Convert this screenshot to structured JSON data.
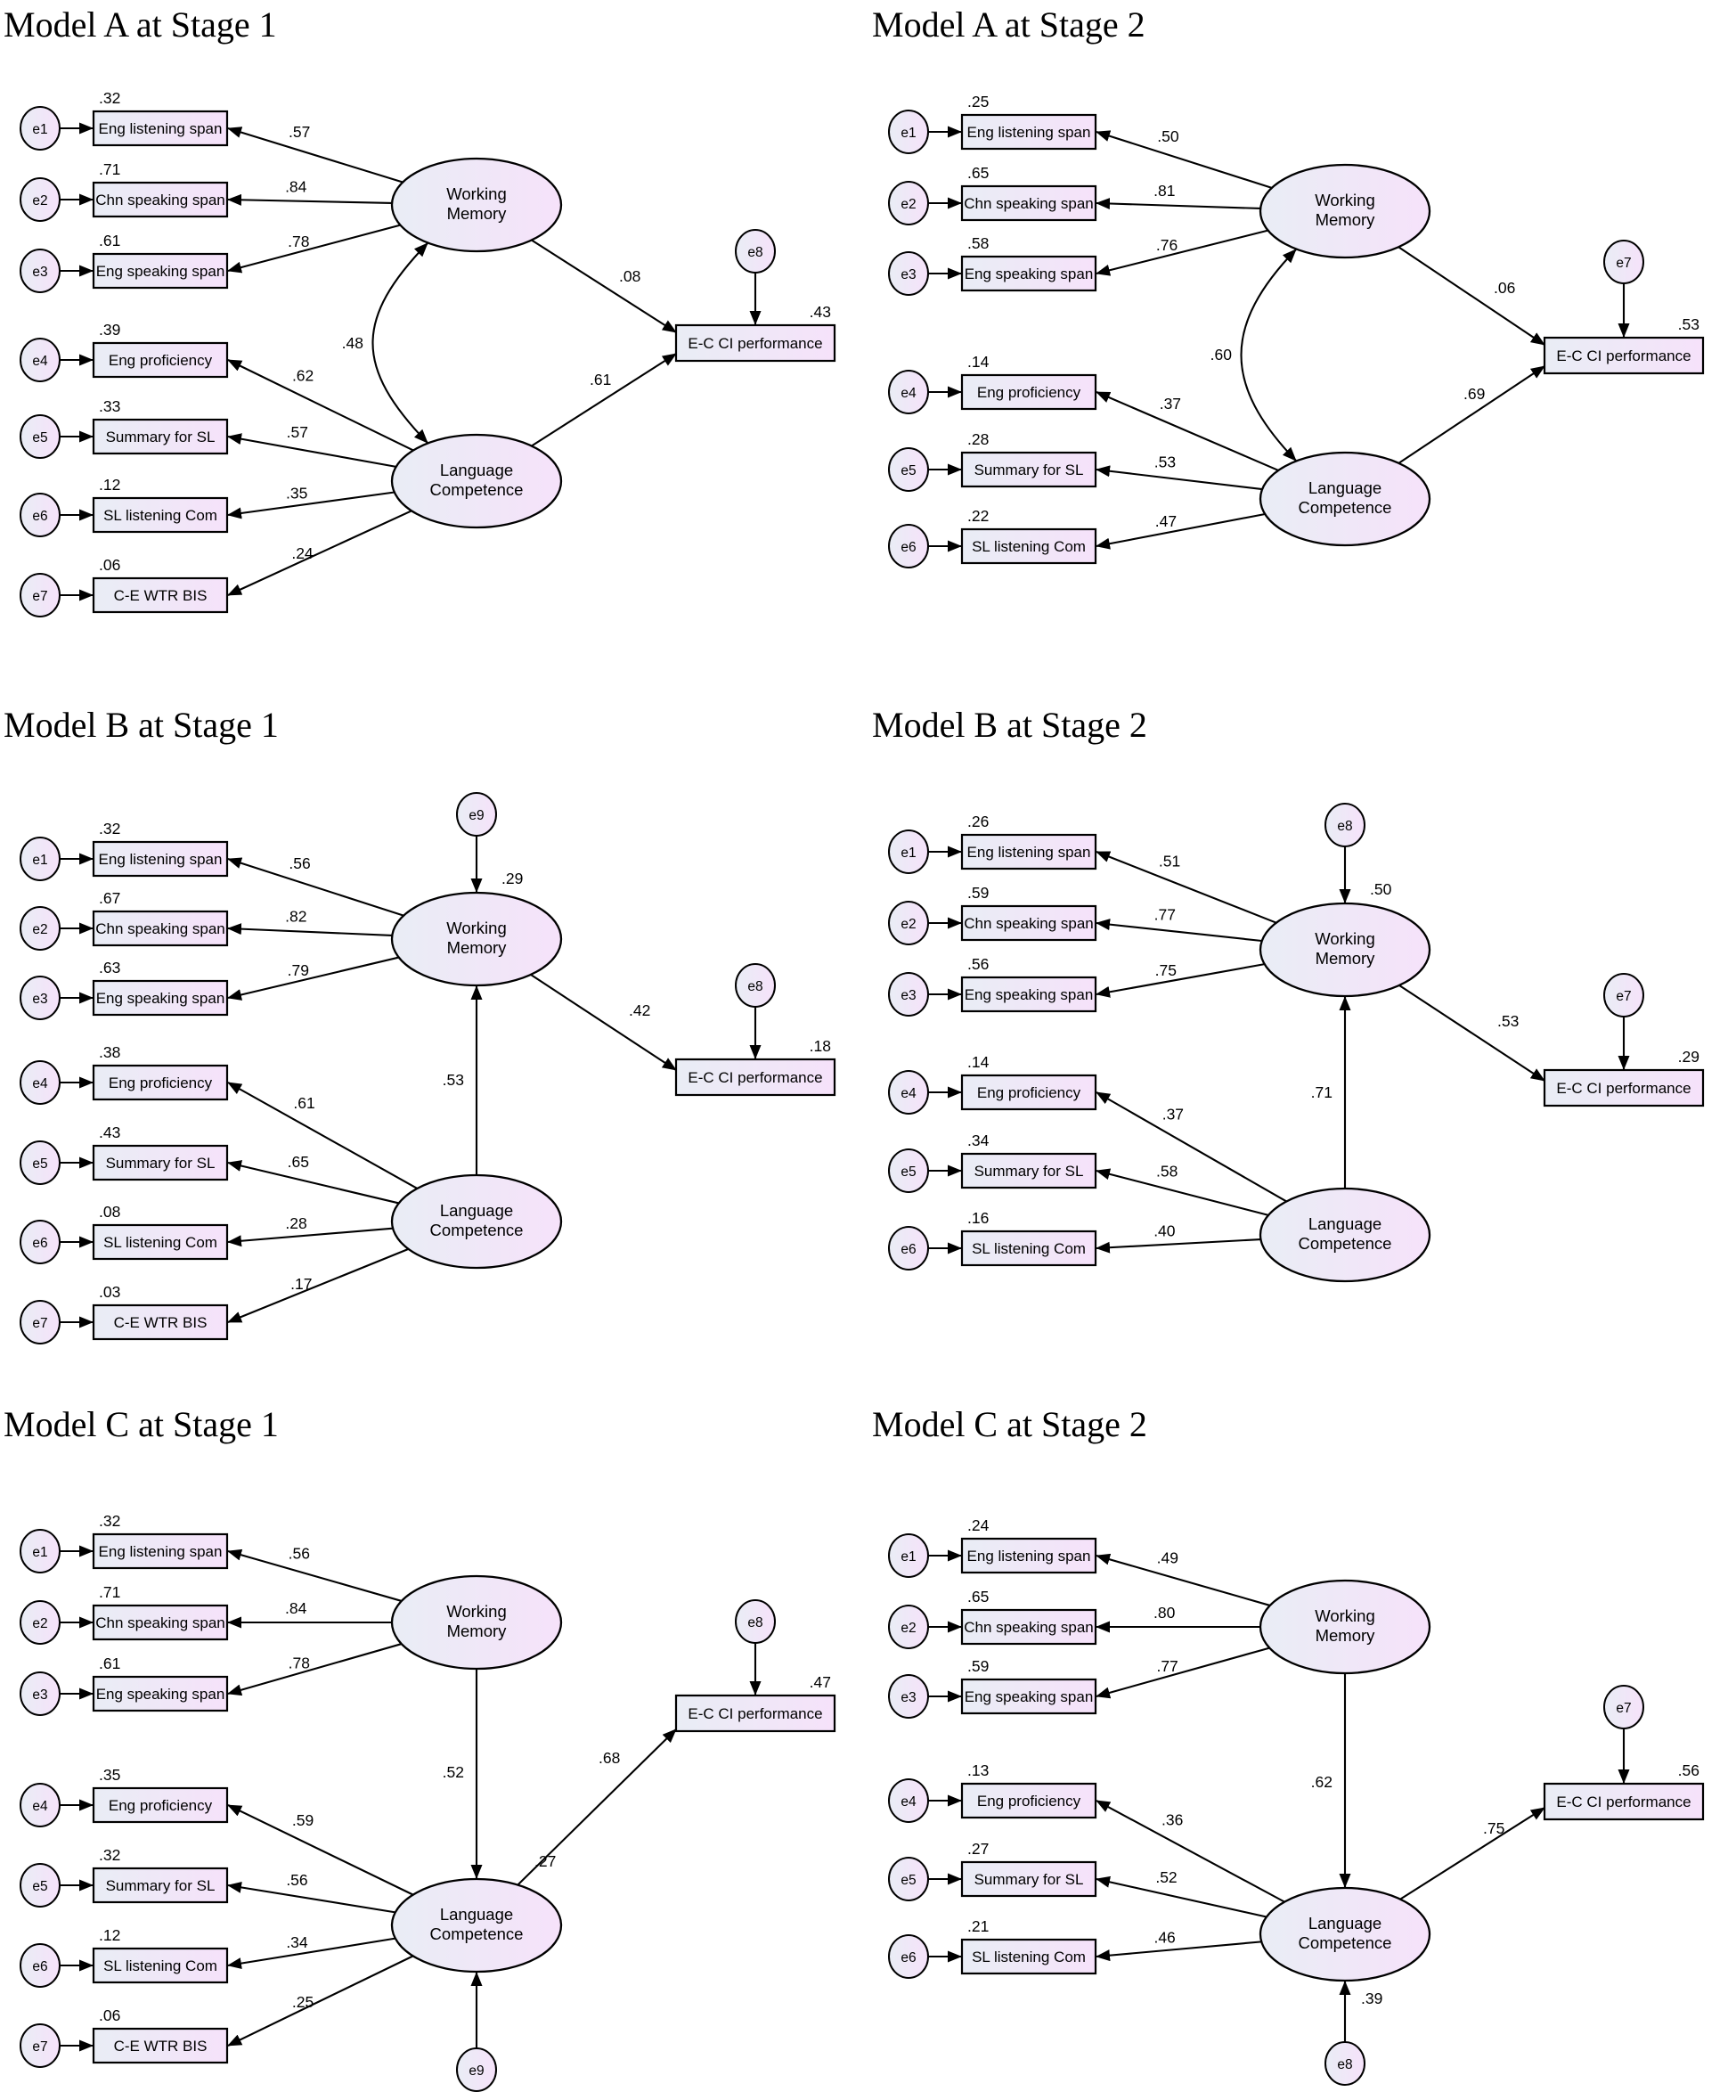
{
  "figure": {
    "type": "sem-path-diagrams",
    "background": "#ffffff",
    "shape_fill_left": "#e9edf5",
    "shape_fill_right": "#f6e2fa",
    "stroke_color": "#000000"
  },
  "panels": [
    {
      "id": "model-a-stage-1",
      "title": "Model A at Stage 1",
      "model": "A",
      "stage": 1,
      "working_memory": {
        "label": "Working Memory",
        "indicators": [
          {
            "error": "e1",
            "name": "Eng listening span",
            "r2": ".32",
            "loading": ".57"
          },
          {
            "error": "e2",
            "name": "Chn speaking span",
            "r2": ".71",
            "loading": ".84"
          },
          {
            "error": "e3",
            "name": "Eng speaking span",
            "r2": ".61",
            "loading": ".78"
          }
        ]
      },
      "language_competence": {
        "label": "Language Competence",
        "indicators": [
          {
            "error": "e4",
            "name": "Eng proficiency",
            "r2": ".39",
            "loading": ".62"
          },
          {
            "error": "e5",
            "name": "Summary for SL",
            "r2": ".33",
            "loading": ".57"
          },
          {
            "error": "e6",
            "name": "SL listening Com",
            "r2": ".12",
            "loading": ".35"
          },
          {
            "error": "e7",
            "name": "C-E WTR BIS",
            "r2": ".06",
            "loading": ".24"
          }
        ]
      },
      "outcome": {
        "label": "E-C CI performance",
        "r2": ".43",
        "error": "e8"
      },
      "structural": {
        "covariance_wm_lc": ".48",
        "wm_to_outcome": ".08",
        "lc_to_outcome": ".61"
      }
    },
    {
      "id": "model-a-stage-2",
      "title": "Model A at Stage 2",
      "model": "A",
      "stage": 2,
      "working_memory": {
        "label": "Working Memory",
        "indicators": [
          {
            "error": "e1",
            "name": "Eng listening span",
            "r2": ".25",
            "loading": ".50"
          },
          {
            "error": "e2",
            "name": "Chn speaking span",
            "r2": ".65",
            "loading": ".81"
          },
          {
            "error": "e3",
            "name": "Eng speaking span",
            "r2": ".58",
            "loading": ".76"
          }
        ]
      },
      "language_competence": {
        "label": "Language Competence",
        "indicators": [
          {
            "error": "e4",
            "name": "Eng proficiency",
            "r2": ".14",
            "loading": ".37"
          },
          {
            "error": "e5",
            "name": "Summary for SL",
            "r2": ".28",
            "loading": ".53"
          },
          {
            "error": "e6",
            "name": "SL listening Com",
            "r2": ".22",
            "loading": ".47"
          }
        ]
      },
      "outcome": {
        "label": "E-C CI performance",
        "r2": ".53",
        "error": "e7"
      },
      "structural": {
        "covariance_wm_lc": ".60",
        "wm_to_outcome": ".06",
        "lc_to_outcome": ".69"
      }
    },
    {
      "id": "model-b-stage-1",
      "title": "Model B at Stage 1",
      "model": "B",
      "stage": 1,
      "working_memory": {
        "label": "Working Memory",
        "error": "e9",
        "r2": ".29",
        "indicators": [
          {
            "error": "e1",
            "name": "Eng listening span",
            "r2": ".32",
            "loading": ".56"
          },
          {
            "error": "e2",
            "name": "Chn speaking span",
            "r2": ".67",
            "loading": ".82"
          },
          {
            "error": "e3",
            "name": "Eng speaking span",
            "r2": ".63",
            "loading": ".79"
          }
        ]
      },
      "language_competence": {
        "label": "Language Competence",
        "indicators": [
          {
            "error": "e4",
            "name": "Eng proficiency",
            "r2": ".38",
            "loading": ".61"
          },
          {
            "error": "e5",
            "name": "Summary for SL",
            "r2": ".43",
            "loading": ".65"
          },
          {
            "error": "e6",
            "name": "SL listening Com",
            "r2": ".08",
            "loading": ".28"
          },
          {
            "error": "e7",
            "name": "C-E WTR BIS",
            "r2": ".03",
            "loading": ".17"
          }
        ]
      },
      "outcome": {
        "label": "E-C CI performance",
        "r2": ".18",
        "error": "e8"
      },
      "structural": {
        "lc_to_wm": ".53",
        "wm_to_outcome": ".42"
      }
    },
    {
      "id": "model-b-stage-2",
      "title": "Model B at Stage 2",
      "model": "B",
      "stage": 2,
      "working_memory": {
        "label": "Working Memory",
        "error": "e8",
        "r2": ".50",
        "indicators": [
          {
            "error": "e1",
            "name": "Eng listening span",
            "r2": ".26",
            "loading": ".51"
          },
          {
            "error": "e2",
            "name": "Chn speaking span",
            "r2": ".59",
            "loading": ".77"
          },
          {
            "error": "e3",
            "name": "Eng speaking span",
            "r2": ".56",
            "loading": ".75"
          }
        ]
      },
      "language_competence": {
        "label": "Language Competence",
        "indicators": [
          {
            "error": "e4",
            "name": "Eng proficiency",
            "r2": ".14",
            "loading": ".37"
          },
          {
            "error": "e5",
            "name": "Summary for SL",
            "r2": ".34",
            "loading": ".58"
          },
          {
            "error": "e6",
            "name": "SL listening Com",
            "r2": ".16",
            "loading": ".40"
          }
        ]
      },
      "outcome": {
        "label": "E-C CI performance",
        "r2": ".29",
        "error": "e7"
      },
      "structural": {
        "lc_to_wm": ".71",
        "wm_to_outcome": ".53"
      }
    },
    {
      "id": "model-c-stage-1",
      "title": "Model C at Stage 1",
      "model": "C",
      "stage": 1,
      "working_memory": {
        "label": "Working Memory",
        "indicators": [
          {
            "error": "e1",
            "name": "Eng listening span",
            "r2": ".32",
            "loading": ".56"
          },
          {
            "error": "e2",
            "name": "Chn speaking span",
            "r2": ".71",
            "loading": ".84"
          },
          {
            "error": "e3",
            "name": "Eng speaking span",
            "r2": ".61",
            "loading": ".78"
          }
        ]
      },
      "language_competence": {
        "label": "Language Competence",
        "error": "e9",
        "r2": ".27",
        "indicators": [
          {
            "error": "e4",
            "name": "Eng proficiency",
            "r2": ".35",
            "loading": ".59"
          },
          {
            "error": "e5",
            "name": "Summary for SL",
            "r2": ".32",
            "loading": ".56"
          },
          {
            "error": "e6",
            "name": "SL listening Com",
            "r2": ".12",
            "loading": ".34"
          },
          {
            "error": "e7",
            "name": "C-E WTR BIS",
            "r2": ".06",
            "loading": ".25"
          }
        ]
      },
      "outcome": {
        "label": "E-C CI performance",
        "r2": ".47",
        "error": "e8"
      },
      "structural": {
        "wm_to_lc": ".52",
        "lc_to_outcome": ".68"
      }
    },
    {
      "id": "model-c-stage-2",
      "title": "Model C at Stage 2",
      "model": "C",
      "stage": 2,
      "working_memory": {
        "label": "Working Memory",
        "indicators": [
          {
            "error": "e1",
            "name": "Eng listening span",
            "r2": ".24",
            "loading": ".49"
          },
          {
            "error": "e2",
            "name": "Chn speaking span",
            "r2": ".65",
            "loading": ".80"
          },
          {
            "error": "e3",
            "name": "Eng speaking span",
            "r2": ".59",
            "loading": ".77"
          }
        ]
      },
      "language_competence": {
        "label": "Language Competence",
        "error": "e8",
        "r2": ".39",
        "indicators": [
          {
            "error": "e4",
            "name": "Eng proficiency",
            "r2": ".13",
            "loading": ".36"
          },
          {
            "error": "e5",
            "name": "Summary for SL",
            "r2": ".27",
            "loading": ".52"
          },
          {
            "error": "e6",
            "name": "SL listening Com",
            "r2": ".21",
            "loading": ".46"
          }
        ]
      },
      "outcome": {
        "label": "E-C CI performance",
        "r2": ".56",
        "error": "e7"
      },
      "structural": {
        "wm_to_lc": ".62",
        "lc_to_outcome": ".75"
      }
    }
  ]
}
